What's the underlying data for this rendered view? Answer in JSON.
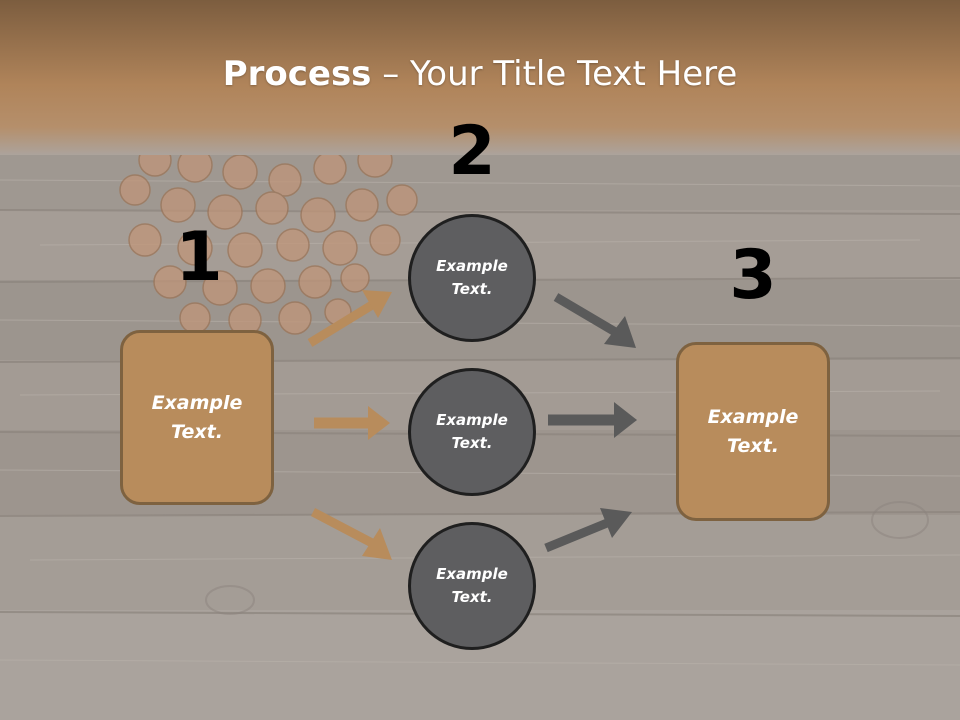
{
  "title": {
    "bold": "Process",
    "rest": " – Your Title Text Here"
  },
  "steps": {
    "one": {
      "number": "1",
      "text": "Example\nText."
    },
    "two": {
      "number": "2",
      "items": [
        {
          "text": "Example\nText."
        },
        {
          "text": "Example\nText."
        },
        {
          "text": "Example\nText."
        }
      ]
    },
    "three": {
      "number": "3",
      "text": "Example\nText."
    }
  },
  "colors": {
    "header": "#a87a4d",
    "wood": "#a39b94",
    "box_fill": "#b88c5c",
    "box_border": "#7e6240",
    "circle_fill": "#5e5e60",
    "circle_border": "#1f1f1f",
    "arrow_brown": "#b88c5c",
    "arrow_gray": "#5a5a5a"
  }
}
